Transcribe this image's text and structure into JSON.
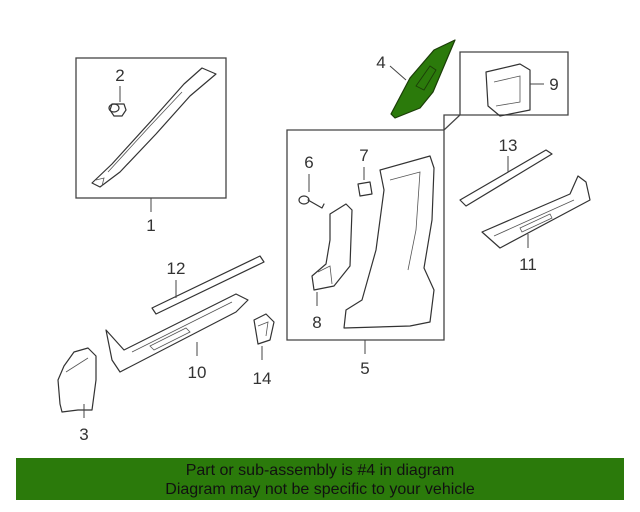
{
  "callouts": {
    "c1": "1",
    "c2": "2",
    "c3": "3",
    "c4": "4",
    "c5": "5",
    "c6": "6",
    "c7": "7",
    "c8": "8",
    "c9": "9",
    "c10": "10",
    "c11": "11",
    "c12": "12",
    "c13": "13",
    "c14": "14"
  },
  "highlight": {
    "part": "4",
    "color": "#2b7a0b"
  },
  "footer": {
    "line1": "Part or sub-assembly is #4 in diagram",
    "line2": "Diagram may not be specific to your vehicle",
    "color": "#2b7a0b"
  }
}
